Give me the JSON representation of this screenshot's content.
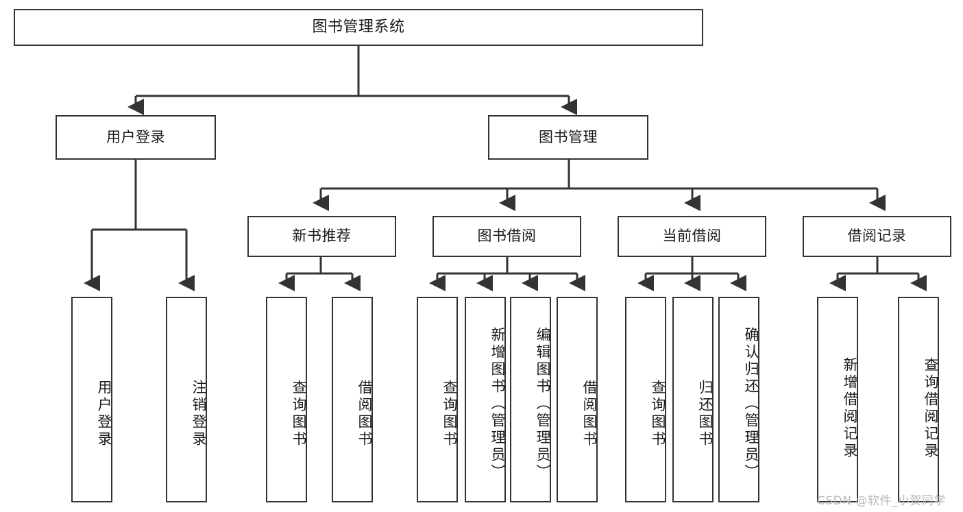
{
  "diagram": {
    "title": "图书管理系统",
    "type": "tree-hierarchy-chart",
    "line_color": "#333333",
    "box_fill": "#ffffff",
    "text_color": "#1a1a1a"
  },
  "root": {
    "label": "图书管理系统"
  },
  "level2": [
    {
      "label": "用户登录"
    },
    {
      "label": "图书管理"
    }
  ],
  "level3": [
    {
      "label": "新书推荐"
    },
    {
      "label": "图书借阅"
    },
    {
      "label": "当前借阅"
    },
    {
      "label": "借阅记录"
    }
  ],
  "leaves": {
    "user_login": [
      {
        "label": "用户登录"
      },
      {
        "label": "注销登录"
      }
    ],
    "new_book_recommend": [
      {
        "label": "查询图书"
      },
      {
        "label": "借阅图书"
      }
    ],
    "book_borrow": [
      {
        "label": "查询图书"
      },
      {
        "label": "新增图书（管理员）"
      },
      {
        "label": "编辑图书（管理员）"
      },
      {
        "label": "借阅图书"
      }
    ],
    "current_borrow": [
      {
        "label": "查询图书"
      },
      {
        "label": "归还图书"
      },
      {
        "label": "确认归还（管理员）"
      }
    ],
    "borrow_record": [
      {
        "label": "新增借阅记录"
      },
      {
        "label": "查询借阅记录"
      }
    ]
  },
  "watermark": {
    "text": "CSDN @软件_小贺同学"
  }
}
